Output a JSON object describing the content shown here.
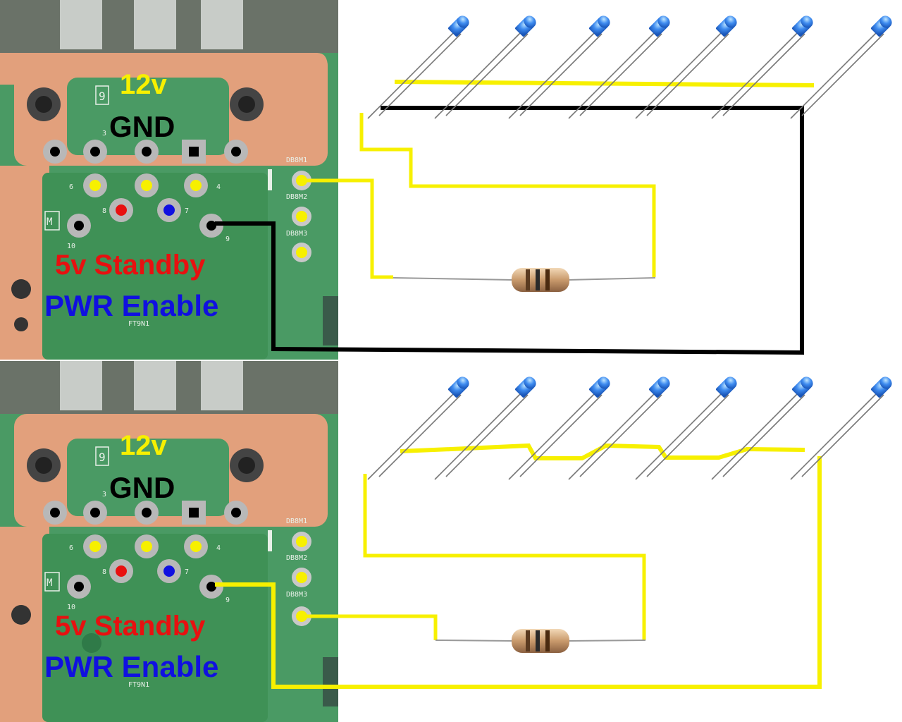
{
  "colors": {
    "yellow": "#f7f000",
    "black": "#000000",
    "red": "#e81010",
    "blue": "#1010e0",
    "pcb_green": "#3f9a5a",
    "pcb_copper": "#e5a27f",
    "led_blue": "#2f7ce8"
  },
  "panels": [
    {
      "label_12v": "12v",
      "label_gnd": "GND",
      "label_5v": "5v Standby",
      "label_pwr": "PWR Enable",
      "silk": [
        "9",
        "3",
        "6",
        "8",
        "7",
        "4",
        "9",
        "10",
        "M",
        "DB8M1",
        "DB8M2",
        "DB8M3",
        "FT9N1"
      ]
    },
    {
      "label_12v": "12v",
      "label_gnd": "GND",
      "label_5v": "5v Standby",
      "label_pwr": "PWR Enable",
      "silk": [
        "9",
        "3",
        "6",
        "8",
        "7",
        "4",
        "9",
        "10",
        "M",
        "DB8M1",
        "DB8M2",
        "DB8M3",
        "FT9N1"
      ]
    }
  ],
  "icons": [
    "led-icon",
    "resistor-icon"
  ]
}
